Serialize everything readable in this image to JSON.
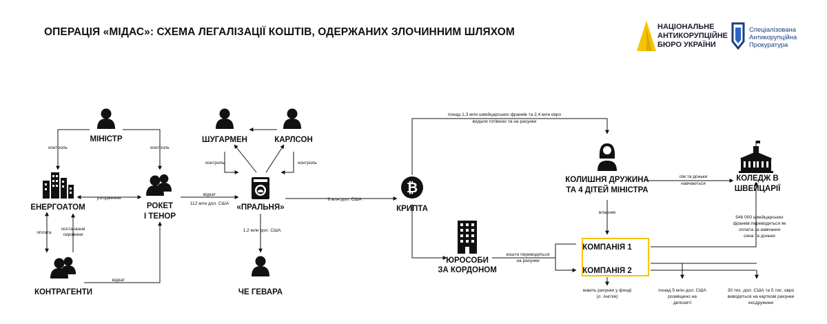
{
  "header": {
    "title": "ОПЕРАЦІЯ «МІДАС»: СХЕМА ЛЕГАЛІЗАЦІЇ КОШТІВ, ОДЕРЖАНИХ ЗЛОЧИННИМ ШЛЯХОМ",
    "logo_nabu": "НАЦІОНАЛЬНЕ\nАНТИКОРУПЦІЙНЕ\nБЮРО УКРАЇНИ",
    "logo_sap": "Спеціалізована\nАнтикорупційна\nПрокуратура",
    "accent_color": "#f5c400",
    "sap_color": "#1a3d7c"
  },
  "nodes": {
    "minister": "МІНІСТР",
    "energoatom": "ЕНЕРГОАТОМ",
    "roket": [
      "РОКЕТ",
      "І ТЕНОР"
    ],
    "contractors": "КОНТРАГЕНТИ",
    "shugarmen": "ШУГАРМЕН",
    "karlson": "КАРЛСОН",
    "laundry": "«ПРАЛЬНЯ»",
    "che": "ЧЕ ГЕВАРА",
    "crypto": "КРИПТА",
    "entities": [
      "ЮРОСОБИ",
      "ЗА КОРДОНОМ"
    ],
    "exwife": [
      "КОЛИШНЯ ДРУЖИНА",
      "ТА 4 ДІТЕЙ МІНІСТРА"
    ],
    "college": [
      "КОЛЕДЖ В",
      "ШВЕЙЦАРІЇ"
    ],
    "company1": "КОМПАНІЯ 1",
    "company2": "КОМПАНІЯ 2"
  },
  "edges": {
    "control_left": "контроль",
    "control_right": "контроль",
    "agreement": "узгодження",
    "payment": "оплата",
    "threat": "постачання\nсировини",
    "kickback_contractors": "відкат",
    "kickback_roket": [
      "відкат",
      "112 млн дол. США"
    ],
    "control_shug": "контроль",
    "control_karl": "контроль",
    "che_amount": "1,2 млн дол. США",
    "crypto_amount": "9 млн дол. США",
    "cash_top": [
      "понад 1,3 млн швейцарських франків та 2,4 млн євро",
      "видали готівкою та на рахунки"
    ],
    "owner": "власник",
    "study": [
      "сім та доньки",
      "навчаються"
    ],
    "transfer": [
      "кошти переводяться",
      "на рахунки"
    ],
    "tuition": [
      "546 000 швейцарських",
      "франків переводяться як",
      "оплата за навчання",
      "сина та доньки"
    ],
    "fund": [
      "мають рахунки у фонді",
      "(о. Англія)"
    ],
    "deposits": [
      "понад 5 млн дол. США",
      "розміщено на",
      "депозиті"
    ],
    "cards": [
      "30 тис. дол. США та 5 тис. євро",
      "виводяться на карткові рахунки",
      "ексдружини"
    ]
  }
}
